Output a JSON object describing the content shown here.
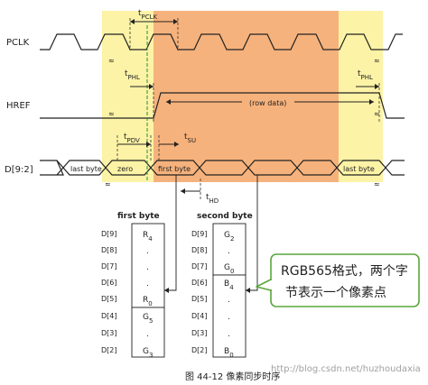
{
  "signals": {
    "pclk": "PCLK",
    "href": "HREF",
    "data": "D[9:2]"
  },
  "timing": {
    "t_pclk": {
      "t": "t",
      "sub": "PCLK"
    },
    "t_phl_left": {
      "t": "t",
      "sub": "PHL"
    },
    "t_phl_right": {
      "t": "t",
      "sub": "PHL"
    },
    "t_pdv": {
      "t": "t",
      "sub": "PDV"
    },
    "t_su": {
      "t": "t",
      "sub": "SU"
    },
    "t_hd": {
      "t": "t",
      "sub": "HD"
    }
  },
  "bus": {
    "last_byte_left": "last byte",
    "zero": "zero",
    "first_byte": "first byte",
    "last_byte_right": "last byte",
    "row_data": "(row data)"
  },
  "first_byte_table": {
    "title": "first byte",
    "rows": [
      "D[9]",
      "D[8]",
      "D[7]",
      "D[6]",
      "D[5]",
      "D[4]",
      "D[3]",
      "D[2]"
    ],
    "cells": [
      {
        "main": "R",
        "sub": "4"
      },
      {
        "main": ".",
        "sub": ""
      },
      {
        "main": ".",
        "sub": ""
      },
      {
        "main": ".",
        "sub": ""
      },
      {
        "main": "R",
        "sub": "0"
      },
      {
        "main": "G",
        "sub": "5"
      },
      {
        "main": ".",
        "sub": ""
      },
      {
        "main": "G",
        "sub": "3"
      }
    ]
  },
  "second_byte_table": {
    "title": "second byte",
    "rows": [
      "D[9]",
      "D[8]",
      "D[7]",
      "D[6]",
      "D[5]",
      "D[4]",
      "D[3]",
      "D[2]"
    ],
    "cells": [
      {
        "main": "G",
        "sub": "2"
      },
      {
        "main": ".",
        "sub": ""
      },
      {
        "main": "G",
        "sub": "0"
      },
      {
        "main": "B",
        "sub": "4"
      },
      {
        "main": ".",
        "sub": ""
      },
      {
        "main": ".",
        "sub": ""
      },
      {
        "main": ".",
        "sub": ""
      },
      {
        "main": "B",
        "sub": "0"
      }
    ]
  },
  "callout": {
    "line1": "RGB565格式，两个字",
    "line2": "节表示一个像素点"
  },
  "caption": "图 44-12 像素同步时序",
  "watermark": "http://blog.csdn.net/huzhoudaxia",
  "colors": {
    "yellow_region": "#fcf3a6",
    "orange_region": "#f6b27c",
    "callout_border": "#5aa63c",
    "guide_line": "#2e8b2e"
  }
}
